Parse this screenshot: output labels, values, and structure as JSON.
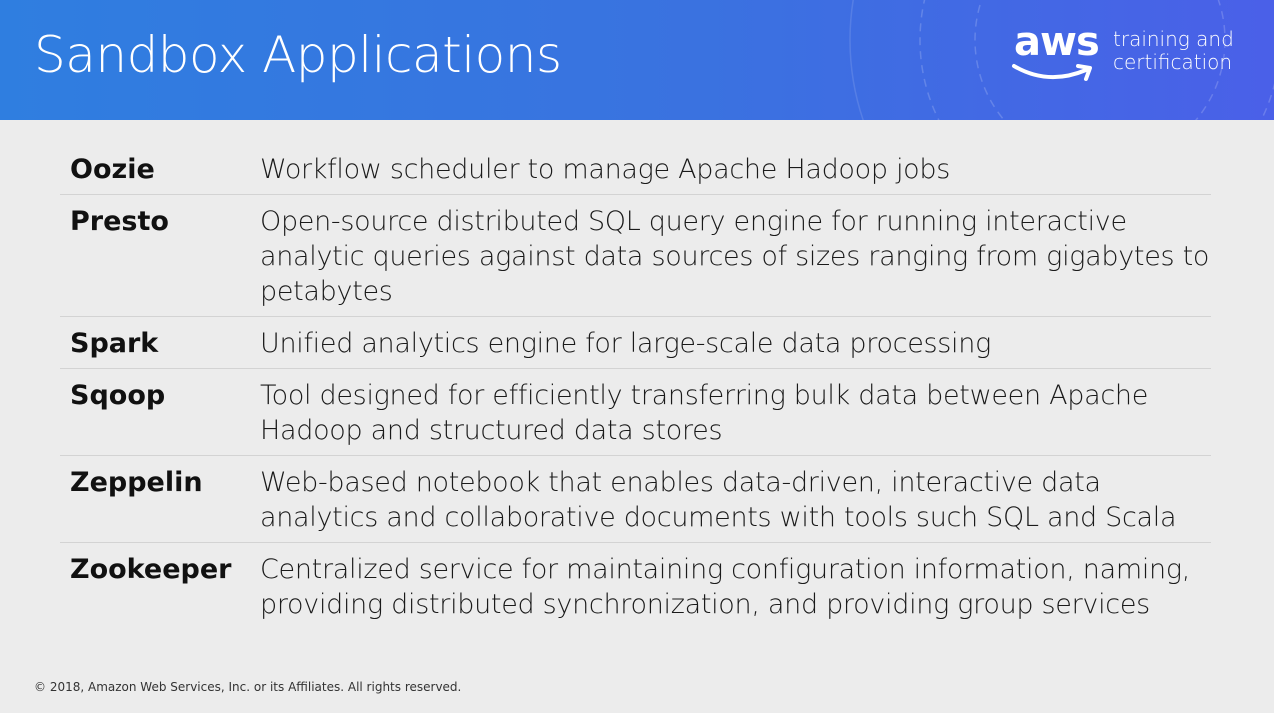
{
  "header": {
    "title": "Sandbox Applications",
    "logo_word": "aws",
    "tagline_line1": "training and",
    "tagline_line2": "certification",
    "colors": {
      "gradient_start": "#2f7ee0",
      "gradient_end": "#4a60e8"
    }
  },
  "applications": [
    {
      "name": "Oozie",
      "description": "Workflow scheduler to manage Apache Hadoop jobs"
    },
    {
      "name": "Presto",
      "description": "Open-source distributed SQL query engine for running interactive analytic queries against data sources of sizes ranging from gigabytes to petabytes"
    },
    {
      "name": "Spark",
      "description": "Unified analytics engine for large-scale data processing"
    },
    {
      "name": "Sqoop",
      "description": "Tool designed for efficiently transferring bulk data between Apache Hadoop and structured data stores"
    },
    {
      "name": "Zeppelin",
      "description": "Web-based notebook that enables data-driven, interactive data analytics and collaborative documents with tools such SQL and Scala"
    },
    {
      "name": "Zookeeper",
      "description": "Centralized service for maintaining configuration information, naming, providing distributed synchronization, and providing group services"
    }
  ],
  "footer": {
    "copyright": "© 2018, Amazon Web Services, Inc. or its Affiliates. All rights reserved."
  }
}
